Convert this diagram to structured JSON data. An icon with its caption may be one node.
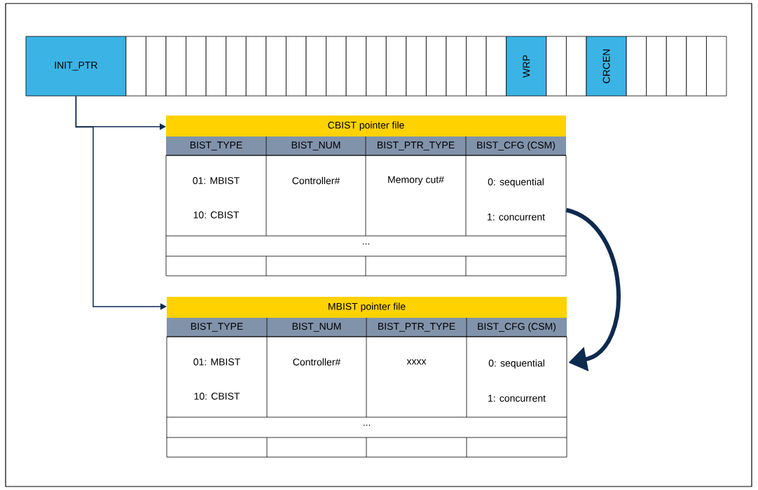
{
  "diagram": {
    "nodes": [
      {
        "text": [
          "INIT_PTR"
        ]
      },
      {
        "text": [],
        "shape": "box"
      },
      {
        "text": [],
        "shape": "box"
      },
      {
        "text": [],
        "shape": "box"
      },
      {
        "text": [],
        "shape": "box"
      },
      {
        "text": [],
        "shape": "box"
      },
      {
        "text": [],
        "shape": "box"
      },
      {
        "text": [],
        "shape": "box"
      },
      {
        "text": [],
        "shape": "box"
      },
      {
        "text": [],
        "shape": "box"
      },
      {
        "text": [],
        "shape": "box"
      },
      {
        "text": [],
        "shape": "box"
      },
      {
        "text": [],
        "shape": "box"
      },
      {
        "text": [],
        "shape": "box"
      },
      {
        "text": [],
        "shape": "box"
      },
      {
        "text": [],
        "shape": "box"
      },
      {
        "text": [],
        "shape": "box"
      },
      {
        "text": [],
        "shape": "box"
      },
      {
        "text": [],
        "shape": "box"
      },
      {
        "text": [],
        "shape": "box"
      },
      {
        "text": [
          "WRP"
        ]
      },
      {
        "text": [],
        "shape": "box"
      },
      {
        "text": [],
        "shape": "box"
      },
      {
        "text": [
          "CRCEN"
        ]
      },
      {
        "text": [],
        "shape": "box"
      },
      {
        "text": [],
        "shape": "box"
      },
      {
        "text": [],
        "shape": "box"
      },
      {
        "text": [],
        "shape": "box"
      },
      {
        "text": [],
        "shape": "box"
      },
      {
        "text": [
          "CBIST pointer file"
        ]
      },
      {
        "text": [
          "MBIST pointer file"
        ]
      }
    ],
    "edges": [
      {
        "from": 0,
        "to": 29,
        "arrow": "to"
      },
      {
        "from": 0,
        "to": 30,
        "arrow": "to"
      },
      {
        "from": 29,
        "to": 30,
        "arrow": "to",
        "style": "thick"
      }
    ],
    "labels": [
      "BIST_TYPE",
      "BIST_NUM",
      "BIST_PTR_TYPE",
      "BIST_CFG (CSM)",
      "01: MBIST",
      "Controller#",
      "Memory cut#",
      "0: sequential",
      "10: CBIST",
      "1: concurrent",
      "...",
      "BIST_TYPE",
      "BIST_NUM",
      "BIST_PTR_TYPE",
      "BIST_CFG (CSM)",
      "01: MBIST",
      "Controller#",
      "xxxx",
      "0: sequential",
      "10: CBIST",
      "1: concurrent",
      "..."
    ]
  }
}
